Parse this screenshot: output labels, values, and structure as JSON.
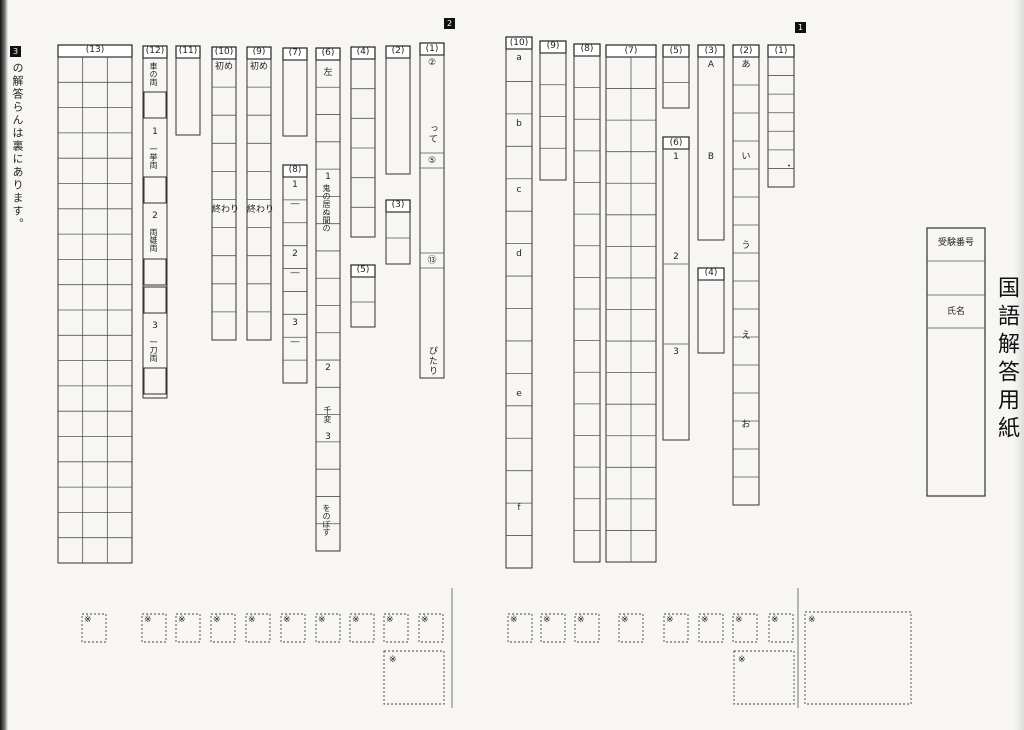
{
  "header": {
    "title": "国語解答用紙",
    "badge1": "1",
    "badge2": "2",
    "badge3": "3"
  },
  "candidate": {
    "exam_number_label": "受験番号",
    "name_label": "氏名"
  },
  "section3_note": "の解答らんは裏にあります。",
  "section1": {
    "q1": "(1)",
    "q2": "(2)",
    "q3": "(3)",
    "q4": "(4)",
    "q5": "(5)",
    "q6": "(6)",
    "q7": "(7)",
    "q8": "(8)",
    "q9": "(9)",
    "q10": "(10)",
    "q2_marks": [
      "あ",
      "い",
      "う",
      "え",
      "お"
    ],
    "q3_marks": [
      "A",
      "B"
    ],
    "q6_marks": [
      "1",
      "2",
      "3"
    ],
    "q10_marks": [
      "a",
      "b",
      "c",
      "d",
      "e",
      "f"
    ],
    "q1_dot": "・"
  },
  "section2": {
    "q1": "(1)",
    "q2": "(2)",
    "q3": "(3)",
    "q4": "(4)",
    "q5": "(5)",
    "q6": "(6)",
    "q7": "(7)",
    "q8": "(8)",
    "q9": "(9)",
    "q10": "(10)",
    "q11": "(11)",
    "q12": "(12)",
    "q13": "(13)",
    "q1_parts": [
      "②",
      "って",
      "⑤",
      "⑬",
      "ぴたり"
    ],
    "q6_parts": [
      "左",
      "1",
      "鬼の居ぬ間の",
      "2",
      "千変",
      "3",
      "をのぼす"
    ],
    "q8_marks": [
      "1",
      "―",
      "2",
      "―",
      "3",
      "―"
    ],
    "q9_start": "初め",
    "q9_end": "終わり",
    "q10_start": "初め",
    "q10_end": "終わり",
    "q12_parts": [
      "車の両",
      "1",
      "一挙両",
      "2",
      "両雄両",
      "3",
      "一刀両"
    ]
  },
  "score_mark": "※"
}
